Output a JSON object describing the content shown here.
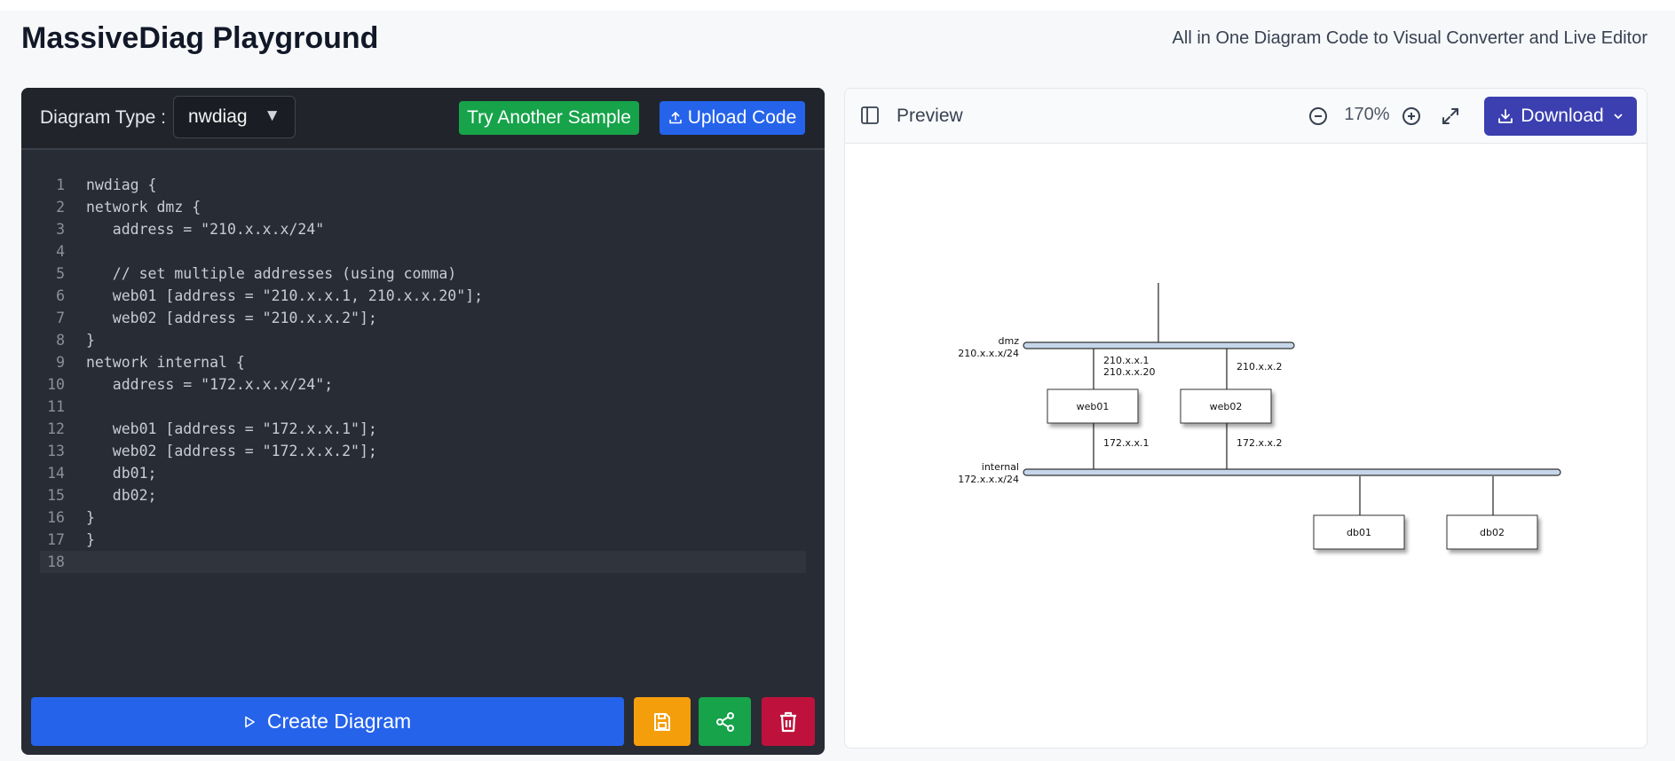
{
  "app": {
    "title": "MassiveDiag Playground",
    "subtitle": "All in One Diagram Code to Visual Converter and Live Editor"
  },
  "editor": {
    "diagram_type_label": "Diagram Type :",
    "diagram_type_value": "nwdiag",
    "diagram_type_caret": "▼",
    "try_sample_label": "Try Another Sample",
    "upload_label": "Upload Code",
    "code_lines": [
      "nwdiag {",
      "network dmz {",
      "   address = \"210.x.x.x/24\"",
      "",
      "   // set multiple addresses (using comma)",
      "   web01 [address = \"210.x.x.1, 210.x.x.20\"];",
      "   web02 [address = \"210.x.x.2\"];",
      "}",
      "network internal {",
      "   address = \"172.x.x.x/24\";",
      "",
      "   web01 [address = \"172.x.x.1\"];",
      "   web02 [address = \"172.x.x.2\"];",
      "   db01;",
      "   db02;",
      "}",
      "}",
      ""
    ],
    "active_line": 18,
    "create_label": "Create Diagram"
  },
  "preview": {
    "title": "Preview",
    "zoom": "170%",
    "download_label": "Download"
  },
  "diagram": {
    "networks": [
      {
        "name": "dmz",
        "address": "210.x.x.x/24"
      },
      {
        "name": "internal",
        "address": "172.x.x.x/24"
      }
    ],
    "nodes": [
      "web01",
      "web02",
      "db01",
      "db02"
    ],
    "web01_dmz_addr_1": "210.x.x.1",
    "web01_dmz_addr_2": "210.x.x.20",
    "web02_dmz_addr": "210.x.x.2",
    "web01_internal_addr": "172.x.x.1",
    "web02_internal_addr": "172.x.x.2"
  },
  "colors": {
    "network_bar": "#c6d6ea",
    "create_button": "#2563eb",
    "save_button": "#f59e0b",
    "share_button": "#16a34a",
    "delete_button": "#be123c",
    "download_button": "#3b3fb0"
  }
}
